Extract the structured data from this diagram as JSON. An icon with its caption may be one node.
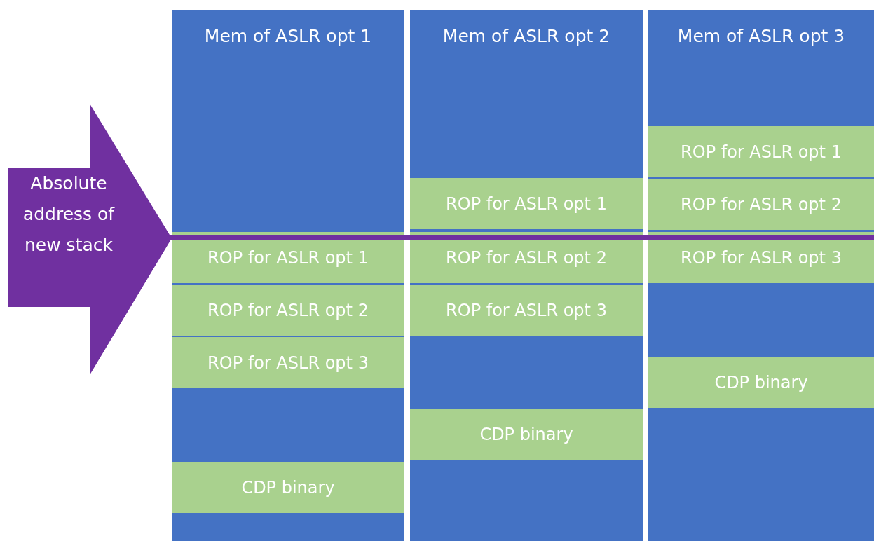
{
  "diagram": {
    "nodes": [
      {
        "text": [
          "Absolute address of new stack"
        ]
      },
      {
        "text": [
          "Mem of ASLR opt 1"
        ]
      },
      {
        "text": [
          "ROP for ASLR opt 1"
        ],
        "in": 1
      },
      {
        "text": [
          "ROP for ASLR opt 2"
        ],
        "in": 1
      },
      {
        "text": [
          "ROP for ASLR opt 3"
        ],
        "in": 1
      },
      {
        "text": [
          "CDP binary"
        ],
        "in": 1
      },
      {
        "text": [
          "Mem of ASLR opt 2"
        ]
      },
      {
        "text": [
          "ROP for ASLR opt 1"
        ],
        "in": 6
      },
      {
        "text": [
          "ROP for ASLR opt 2"
        ],
        "in": 6
      },
      {
        "text": [
          "ROP for ASLR opt 3"
        ],
        "in": 6
      },
      {
        "text": [
          "CDP binary"
        ],
        "in": 6
      },
      {
        "text": [
          "Mem of ASLR opt 3"
        ]
      },
      {
        "text": [
          "ROP for ASLR opt 1"
        ],
        "in": 11
      },
      {
        "text": [
          "ROP for ASLR opt 2"
        ],
        "in": 11
      },
      {
        "text": [
          "ROP for ASLR opt 3"
        ],
        "in": 11
      },
      {
        "text": [
          "CDP binary"
        ],
        "in": 11
      }
    ],
    "edges": []
  }
}
